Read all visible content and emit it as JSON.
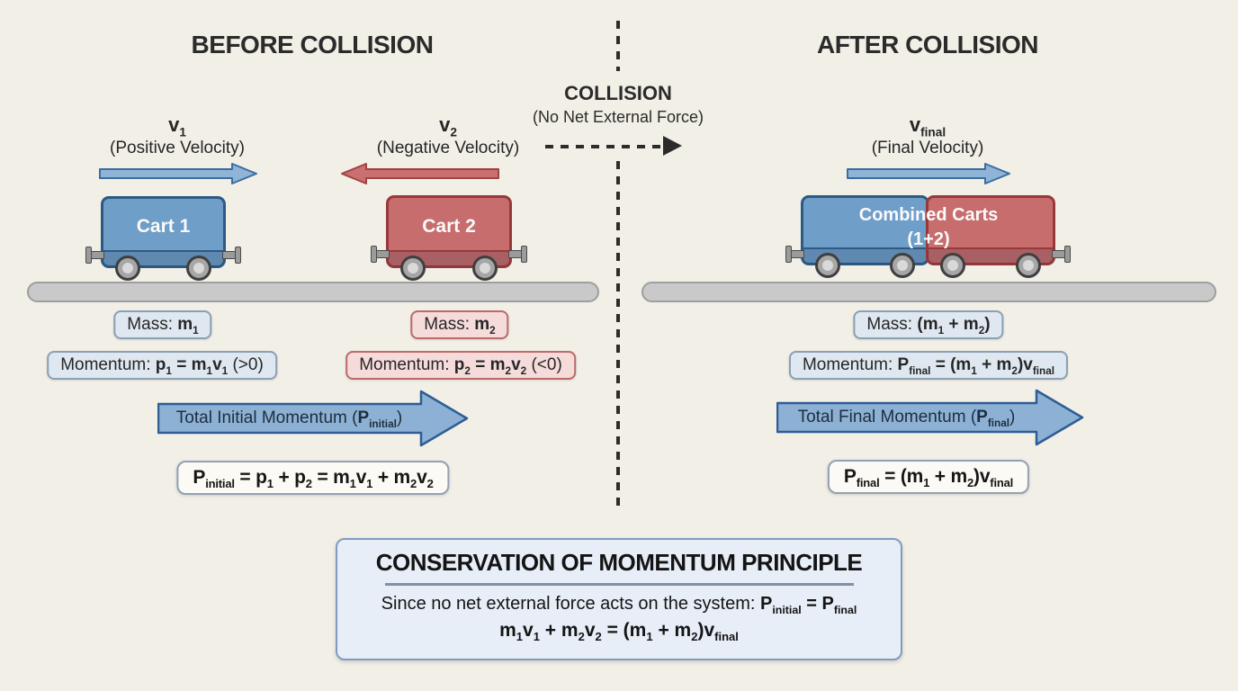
{
  "titles": {
    "before": "BEFORE COLLISION",
    "after": "AFTER COLLISION"
  },
  "collision": {
    "title": "COLLISION",
    "subtitle": "(No Net External Force)"
  },
  "before": {
    "v1": "**v_{1}**",
    "v1_caption": "(Positive Velocity)",
    "v2": "**v_{2}**",
    "v2_caption": "(Negative Velocity)",
    "cart1_label": "Cart 1",
    "cart2_label": "Cart 2",
    "mass1": "Mass: **m_{1}**",
    "mass2": "Mass: **m_{2}**",
    "momentum1": "Momentum: **p_{1} = m_{1}v_{1}** (>0)",
    "momentum2": "Momentum: **p_{2} = m_{2}v_{2}** (<0)",
    "total_arrow_label": "Total Initial Momentum (**P_{initial}**)",
    "equation": "**P_{initial} = p_{1} + p_{2} = m_{1}v_{1} + m_{2}v_{2}**"
  },
  "after": {
    "v_final": "**v_{final}**",
    "v_final_caption": "(Final Velocity)",
    "combined_cart_line1": "Combined Carts",
    "combined_cart_line2": "(1+2)",
    "mass": "Mass: **(m_{1} + m_{2})**",
    "momentum": "Momentum: **P_{final} = (m_{1} + m_{2})v_{final}**",
    "total_arrow_label": "Total Final Momentum (**P_{final}**)",
    "equation": "**P_{final} = (m_{1} + m_{2})v_{final}**"
  },
  "principle": {
    "title": "CONSERVATION OF MOMENTUM PRINCIPLE",
    "line1": "Since no net external force acts on the system: **P_{initial} = P_{final}**",
    "line2": "**m_{1}v_{1} + m_{2}v_{2} = (m_{1} + m_{2})v_{final}**"
  },
  "colors": {
    "background": "#f1efe6",
    "cart_blue": "#6f9ec8",
    "cart_blue_border": "#2d5a82",
    "cart_red": "#c86d6d",
    "cart_red_border": "#97393b",
    "velocity_arrow_blue": "#8fb4d6",
    "velocity_arrow_red": "#cb7070",
    "momentum_arrow_blue": "#8db1d4",
    "track_gray": "#c9c9c9",
    "pill_blue": "#dfe8f0",
    "pill_pink": "#f6dbdb",
    "panel_blue": "#e7eef7"
  }
}
